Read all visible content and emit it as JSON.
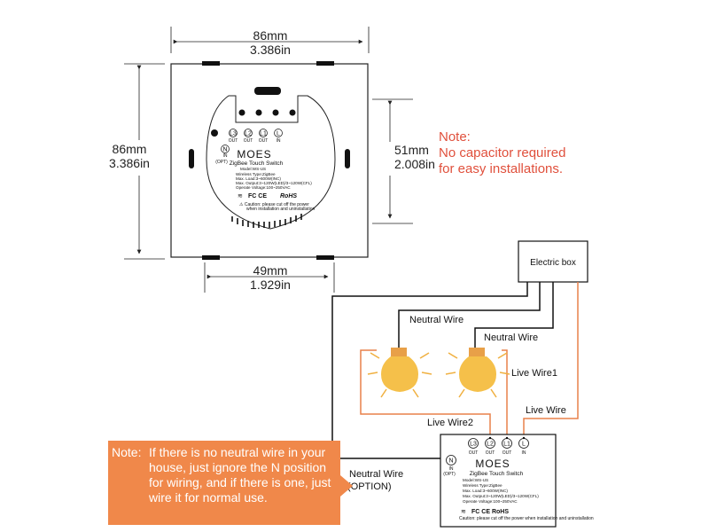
{
  "dimensions": {
    "top_width_mm": "86mm",
    "top_width_in": "3.386in",
    "left_height_mm": "86mm",
    "left_height_in": "3.386in",
    "right_height_mm": "51mm",
    "right_height_in": "2.008in",
    "bottom_width_mm": "49mm",
    "bottom_width_in": "1.929in"
  },
  "red_note": {
    "line1": "Note:",
    "line2": "No capacitor required",
    "line3": "for easy installations."
  },
  "module": {
    "terminals": [
      {
        "label": "L3",
        "sub": "OUT"
      },
      {
        "label": "L2",
        "sub": "OUT"
      },
      {
        "label": "L1",
        "sub": "OUT"
      },
      {
        "label": "L",
        "sub": "IN"
      }
    ],
    "neutral_label": "N",
    "neutral_sub": "IN",
    "neutral_opt": "(OPT)",
    "brand": "MOES",
    "title": "ZigBee Touch Switch",
    "model": "Model:WS-US",
    "specs": [
      "Wireless Type:ZigBee",
      "Max. Load:3~600W(INC)",
      "Max. Output:3~120W(LED)/3~120W(CFL)",
      "Operate Voltage:100~250VAC"
    ],
    "cert": "FC CE RoHS",
    "caution": "Caution: please cut off the power when installation and uninstallation"
  },
  "wiring": {
    "electric_box": "Electric box",
    "neutral_wire_1": "Neutral Wire",
    "neutral_wire_2": "Neutral Wire",
    "live_wire1": "Live Wire1",
    "live_wire2": "Live Wire2",
    "live_wire": "Live Wire",
    "neutral_option_1": "Neutral Wire",
    "neutral_option_2": "(OPTION)"
  },
  "bottom_note": {
    "head": "Note:",
    "body": "If there is no neutral wire in your house, just ignore the N position for wiring, and if there is one, just wire it for normal use."
  },
  "colors": {
    "wire_black": "#111111",
    "wire_orange": "#e8804a",
    "note_orange": "#f0884a",
    "note_red": "#e0503c",
    "bulb_yellow": "#f5c04a"
  }
}
